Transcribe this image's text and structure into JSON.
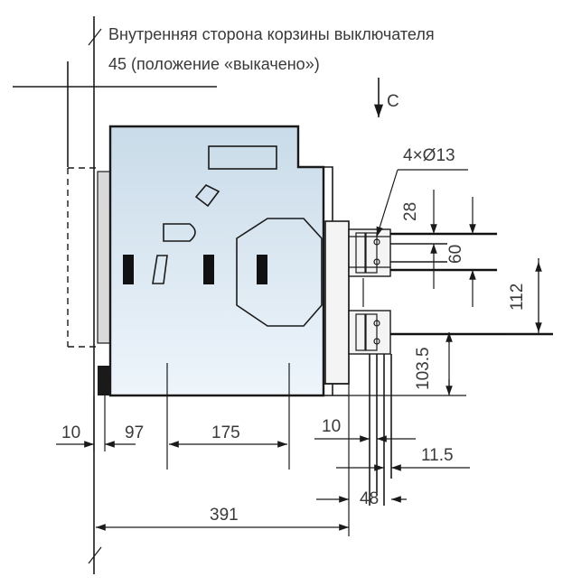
{
  "annotations": {
    "title_line1": "Внутренняя сторона корзины выключателя",
    "title_line2": "45 (положение «выкачено»)",
    "view_label": "C",
    "holes_label": "4×Ø13"
  },
  "dimensions": {
    "d10_left": "10",
    "d97": "97",
    "d175": "175",
    "d10_right": "10",
    "d11_5": "11.5",
    "d48": "48",
    "d391": "391",
    "d28": "28",
    "d60": "60",
    "d112": "112",
    "d103_5": "103.5"
  },
  "colors": {
    "body_top": "#c9dbe9",
    "body_bottom": "#eef5fb",
    "outline": "#1a1a1a",
    "slot": "#111111",
    "side_panel": "#d9d9d9"
  }
}
